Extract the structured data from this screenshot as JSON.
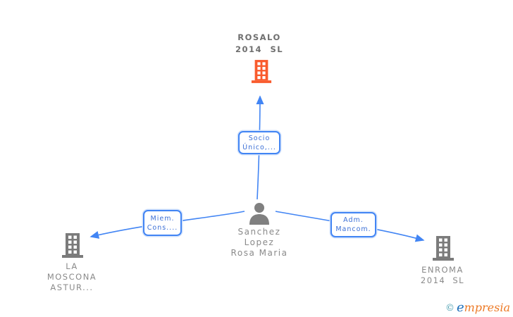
{
  "colors": {
    "edge_blue": "#4285f4",
    "relation_text_blue": "#3b6fd6",
    "company_icon_gray": "#7b7b7b",
    "root_company_orange": "#f95b2d",
    "label_gray": "#8a8a8a"
  },
  "graph": {
    "root_company": {
      "line1": "ROSALO",
      "line2": "2014 SL"
    },
    "person": {
      "line1": "Sanchez",
      "line2": "Lopez",
      "line3": "Rosa Maria"
    },
    "left_company": {
      "line1": "LA",
      "line2": "MOSCONA",
      "line3": "ASTUR..."
    },
    "right_company": {
      "line1": "ENROMA",
      "line2": "2014 SL"
    },
    "relation_up": {
      "line1": "Socio",
      "line2": "Único,..."
    },
    "relation_left": {
      "line1": "Miem.",
      "line2": "Cons...."
    },
    "relation_right": {
      "line1": "Adm.",
      "line2": "Mancom."
    }
  },
  "footer": {
    "copyright": "©",
    "brand_first_letter": "e",
    "brand_rest": "mpresia"
  }
}
